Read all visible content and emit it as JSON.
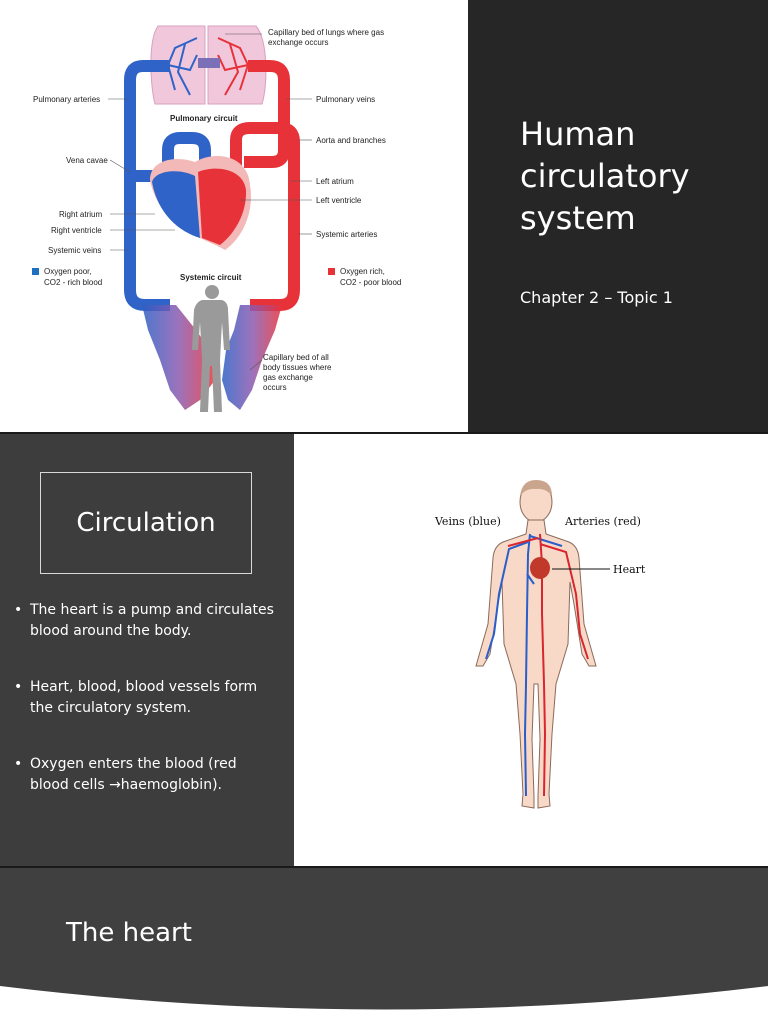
{
  "slide1": {
    "title": "Human circulatory system",
    "subtitle": "Chapter 2 – Topic 1",
    "diagram": {
      "labels": {
        "capillary_lungs": "Capillary bed of lungs where gas exchange occurs",
        "pulmonary_arteries": "Pulmonary arteries",
        "pulmonary_veins": "Pulmonary veins",
        "pulmonary_circuit": "Pulmonary circuit",
        "aorta": "Aorta and branches",
        "vena_cavae": "Vena cavae",
        "left_atrium": "Left atrium",
        "left_ventricle": "Left ventricle",
        "right_atrium": "Right atrium",
        "right_ventricle": "Right ventricle",
        "systemic_arteries": "Systemic arteries",
        "systemic_veins": "Systemic veins",
        "systemic_circuit": "Systemic circuit",
        "capillary_body": "Capillary bed of all body tissues where gas exchange occurs"
      },
      "legend": {
        "oxygen_poor_line1": "Oxygen poor,",
        "oxygen_poor_line2": "CO2 - rich blood",
        "oxygen_rich_line1": "Oxygen rich,",
        "oxygen_rich_line2": "CO2 - poor blood"
      },
      "colors": {
        "oxygen_poor": "#1f6fc0",
        "oxygen_rich": "#e8323a"
      }
    }
  },
  "slide2": {
    "heading": "Circulation",
    "bullets": [
      "The heart is a pump and circulates blood around the body.",
      "Heart, blood, blood vessels form the circulatory system.",
      "Oxygen enters the blood (red blood cells →haemoglobin)."
    ],
    "bullet_symbol": "•",
    "body_labels": {
      "veins": "Veins (blue)",
      "arteries": "Arteries (red)",
      "heart": "Heart"
    }
  },
  "slide3": {
    "title": "The heart"
  }
}
